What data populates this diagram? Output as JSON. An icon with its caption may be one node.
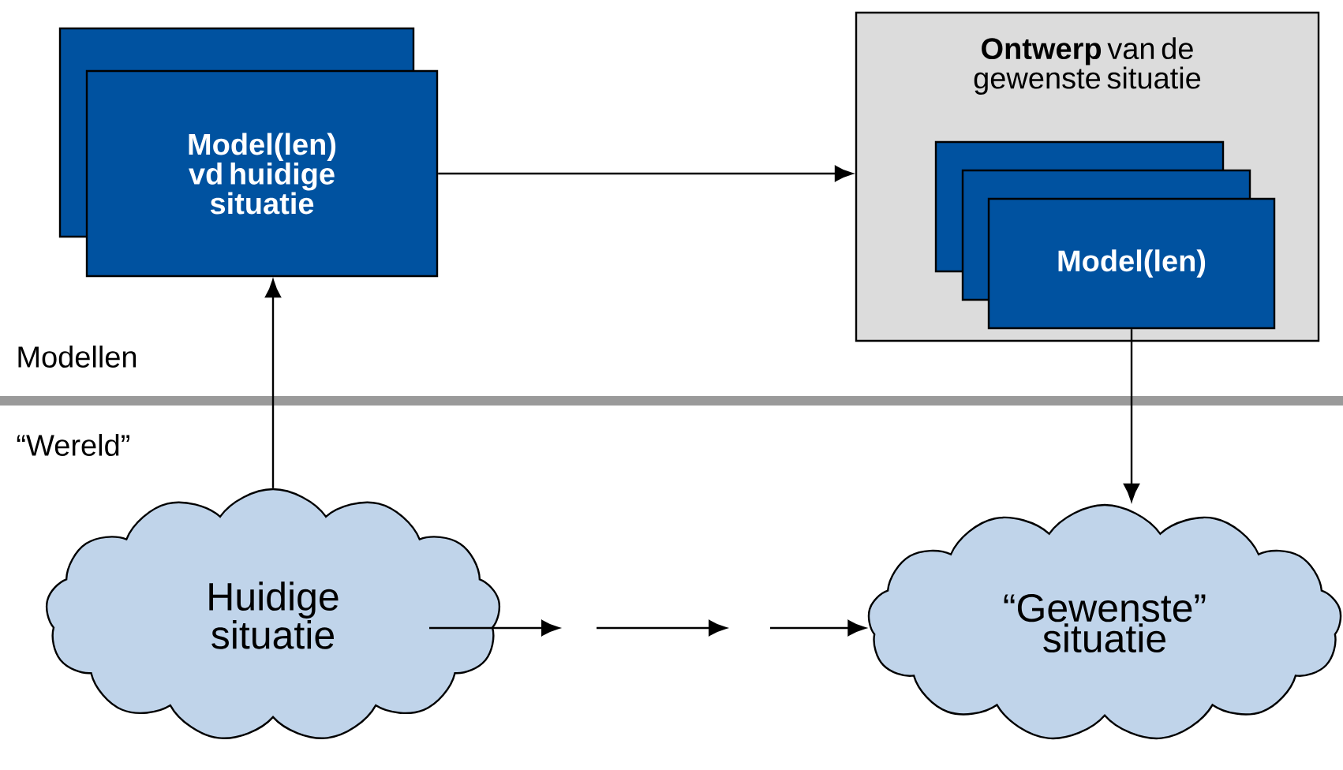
{
  "diagram": {
    "nodes": [
      {
        "text": [],
        "shape": "box"
      },
      {
        "text": [
          "Model(len) vd huidige situatie"
        ]
      },
      {
        "text": [
          "**Ontwerp** van de gewenste situatie"
        ]
      },
      {
        "text": [],
        "shape": "box",
        "in": 2
      },
      {
        "text": [],
        "shape": "box",
        "in": 2
      },
      {
        "text": [
          "Model(len)"
        ],
        "in": 2
      },
      {
        "text": [
          "Huidige situatie"
        ]
      },
      {
        "text": [
          "“Gewenste” situatie"
        ]
      }
    ],
    "edges": [
      {
        "from": 6,
        "to": 1,
        "arrow": "to"
      },
      {
        "from": 1,
        "to": 2,
        "arrow": "to"
      },
      {
        "from": 5,
        "to": 7,
        "arrow": "to"
      },
      {
        "from": 6,
        "to": null,
        "arrow": "to"
      },
      {
        "from": null,
        "to": 7,
        "arrow": "to"
      }
    ],
    "labels": [
      "Modellen",
      "“Wereld”"
    ]
  }
}
